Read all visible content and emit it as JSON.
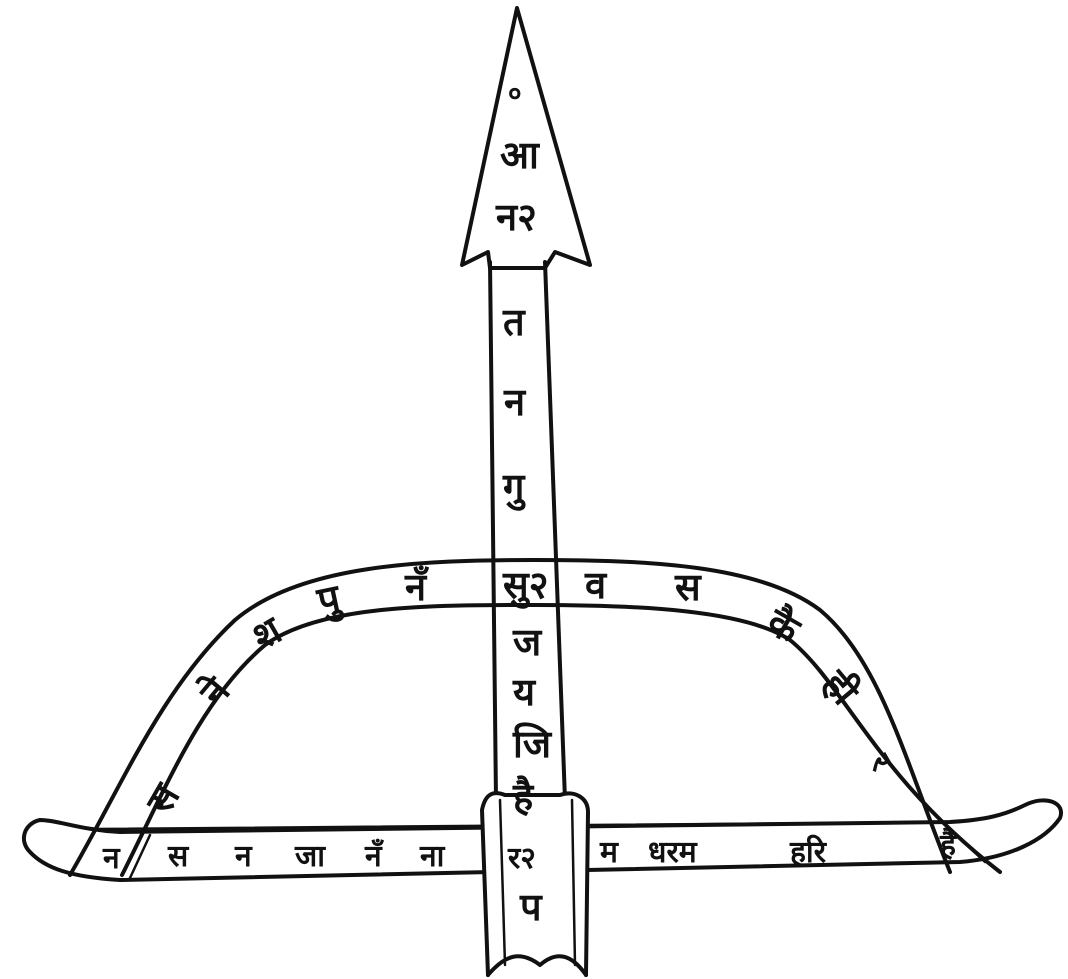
{
  "colors": {
    "ink": "#111111",
    "paper": "#ffffff"
  },
  "arrow": {
    "tip": [
      "०",
      "आ",
      "न२"
    ],
    "shaft": [
      "त",
      "न",
      "गु",
      "सु२",
      "ज",
      "य",
      "जि",
      "है",
      "र२",
      "प"
    ]
  },
  "bow": {
    "arc_left": [
      "स",
      "ने",
      "श",
      "पु",
      "नँ"
    ],
    "arc_right": [
      "व",
      "स",
      "कै",
      "ही",
      "र"
    ],
    "string": [
      "न",
      "स",
      "न",
      "जा",
      "नँ",
      "ना",
      "म",
      "धरम",
      "हरि",
      "है"
    ]
  }
}
